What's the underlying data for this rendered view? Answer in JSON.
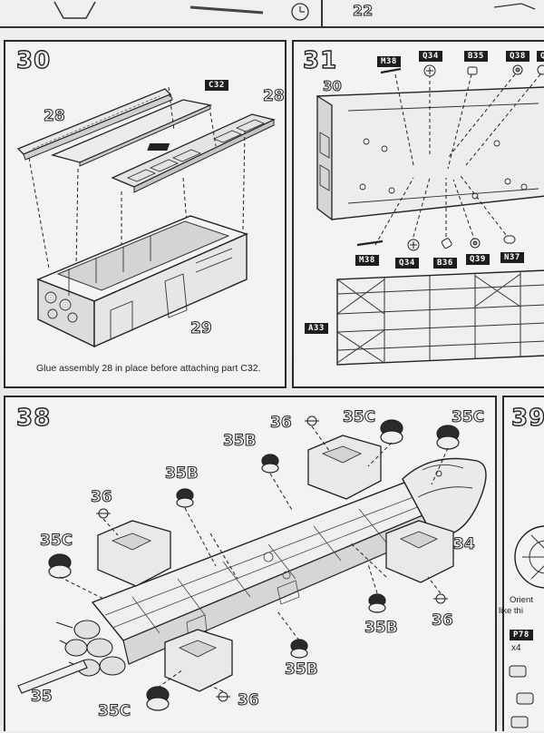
{
  "top_strip": {
    "step_22": "22"
  },
  "step30": {
    "number": "30",
    "tag_c32": "C32",
    "label_28_left": "28",
    "label_28_right": "28",
    "label_29": "29",
    "note": "Glue assembly 28 in place before attaching part C32."
  },
  "step31": {
    "number": "31",
    "label_30": "30",
    "top_tags": [
      "M38",
      "Q34",
      "B35",
      "Q38",
      "Q"
    ],
    "bottom_tags": [
      "M38",
      "Q34",
      "B36",
      "Q39",
      "N37"
    ],
    "tag_a33": "A33"
  },
  "step38": {
    "number": "38",
    "labels": {
      "l36_top": "36",
      "l35c_top": "35C",
      "l35c_topright": "35C",
      "l35b_upper": "35B",
      "l35b_mid": "35B",
      "l36_left": "36",
      "l35c_left": "35C",
      "l34": "34",
      "l35b_right": "35B",
      "l36_right": "36",
      "l35b_bottom": "35B",
      "l35": "35",
      "l35c_bottom": "35C",
      "l36_bottom": "36"
    }
  },
  "step39": {
    "number": "39",
    "orient_text_1": "Orient",
    "orient_text_2": "like thi",
    "tag_p78": "P78",
    "qty": "x4"
  }
}
